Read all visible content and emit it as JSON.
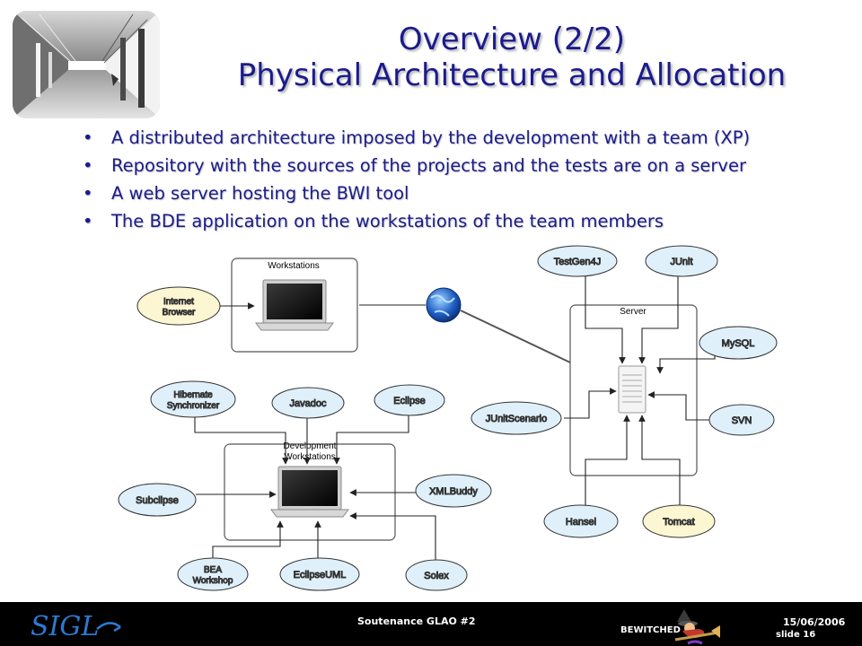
{
  "title": {
    "line1": "Overview (2/2)",
    "line2": "Physical Architecture and Allocation"
  },
  "bullets": [
    "A distributed architecture imposed by the development with a team (XP)",
    "Repository with the sources of the projects and the tests are on a server",
    "A web server hosting the BWI tool",
    "The BDE application on the workstations of the team members"
  ],
  "diagram": {
    "workstations_label": "Workstations",
    "dev_workstations_label": "Development Workstations",
    "server_label": "Server",
    "nodes": {
      "internet_browser": "Internet Browser",
      "hibernate_synchronizer": "Hibernate Synchronizer",
      "javadoc": "Javadoc",
      "eclipse": "Eclipse",
      "subclipse": "Subclipse",
      "xmlbuddy": "XMLBuddy",
      "bea_workshop": "BEA Workshop",
      "eclipseuml": "EclipseUML",
      "solex": "Solex",
      "testgen4j": "TestGen4J",
      "junit": "JUnit",
      "mysql": "MySQL",
      "junitscenario": "JUnitScenario",
      "svn": "SVN",
      "hansel": "Hansel",
      "tomcat": "Tomcat"
    }
  },
  "footer": {
    "logo": "SIGL",
    "event": "Soutenance GLAO #2",
    "team": "BEWITCHED",
    "date": "15/06/2006",
    "slide": "slide 16"
  },
  "colors": {
    "title": "#1b1b8c",
    "yellow_node": "#fdf6d2",
    "blue_node": "#dff0fa",
    "footer_bg": "#000000"
  }
}
